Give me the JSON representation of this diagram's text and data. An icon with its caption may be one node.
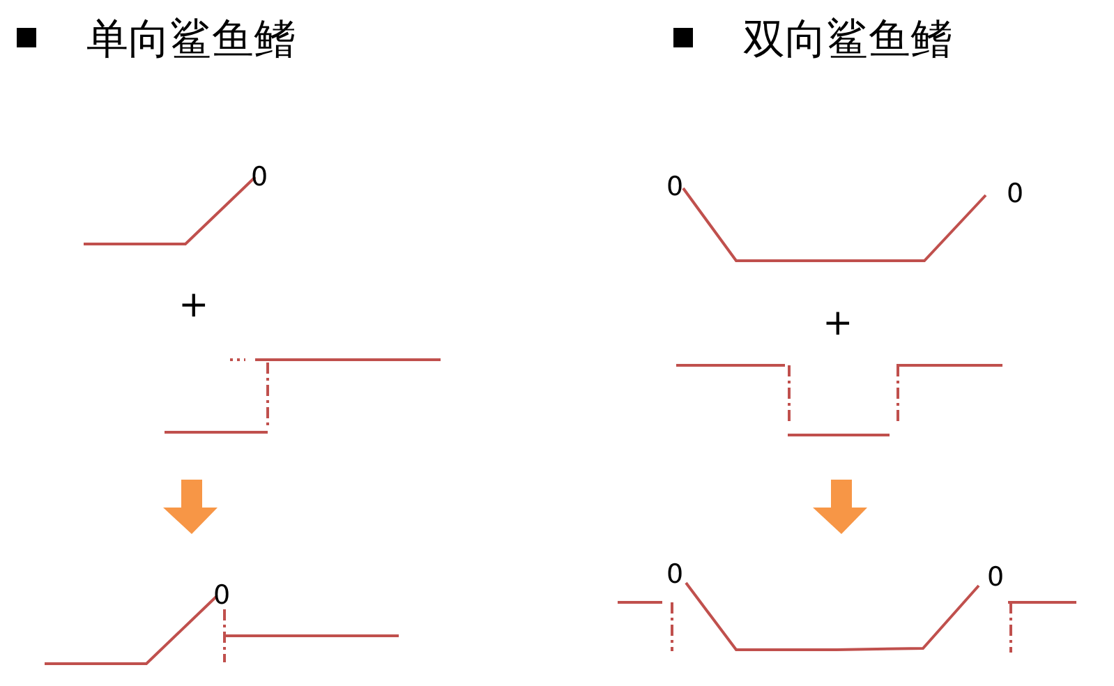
{
  "diagram": {
    "labels": [
      "单向鲨鱼鳍",
      "0",
      "+",
      "0",
      "双向鲨鱼鳍",
      "0",
      "0",
      "+",
      "0",
      "0"
    ]
  }
}
